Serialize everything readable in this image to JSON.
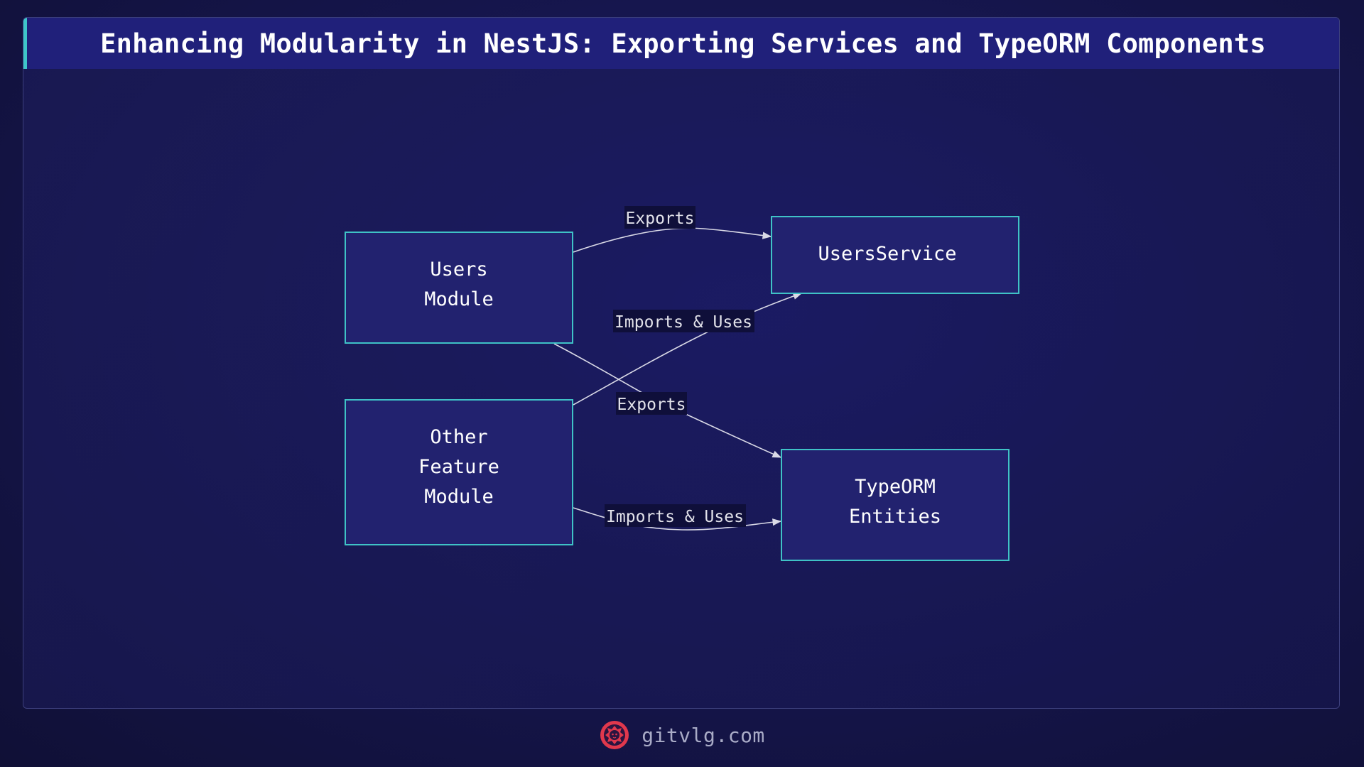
{
  "title": "Enhancing Modularity in NestJS: Exporting Services and TypeORM Components",
  "nodes": {
    "users_module": [
      "Users",
      "Module"
    ],
    "other_module": [
      "Other",
      "Feature",
      "Module"
    ],
    "users_service": [
      "UsersService"
    ],
    "typeorm_entities": [
      "TypeORM",
      "Entities"
    ]
  },
  "edges": {
    "users_to_service": "Exports",
    "other_to_service": "Imports & Uses",
    "users_to_entities": "Exports",
    "other_to_entities": "Imports & Uses"
  },
  "footer": {
    "site": "gitvlg.com",
    "logo_icon": "lion-head-icon"
  },
  "colors": {
    "node_fill": "#22226f",
    "node_border": "#3fc2c6",
    "accent": "#3ec6c9",
    "logo": "#e0384d"
  }
}
